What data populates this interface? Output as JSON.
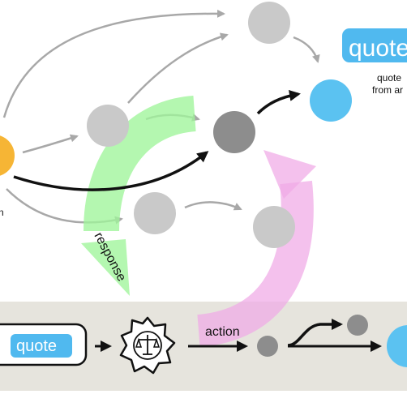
{
  "colors": {
    "background": "#ffffff",
    "band": "#e6e4dd",
    "gray_node": "#c9c9c9",
    "dark_node": "#8d8d8d",
    "blue": "#5bc2f1",
    "orange": "#f6b535",
    "green_arrow": "#9ff59a",
    "pink_arrow": "#f0a9e6",
    "black": "#111111",
    "gray_line": "#a8a8a8",
    "quote_pill": "#50b9ef"
  },
  "labels": {
    "quote_top": "quote",
    "quote_top_desc_line1": "quote",
    "quote_top_desc_line2": "from ar",
    "left_edge_text": "n",
    "response": "response",
    "action": "action",
    "quote_bottom": "quote"
  },
  "icons": {
    "scale_icon": "balance-scale-icon"
  }
}
